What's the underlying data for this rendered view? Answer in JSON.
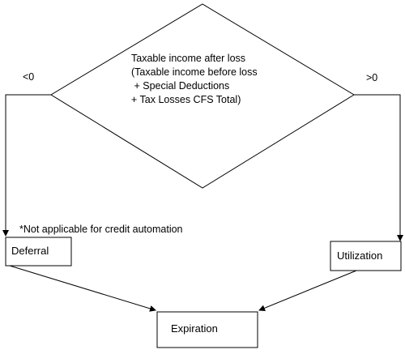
{
  "decision": {
    "lines": [
      "Taxable income after loss",
      "(Taxable income before loss",
      " + Special Deductions",
      "+ Tax Losses CFS Total)"
    ]
  },
  "branches": {
    "left_label": "<0",
    "right_label": ">0"
  },
  "note": "*Not applicable for credit automation",
  "boxes": {
    "deferral": "Deferral",
    "utilization": "Utilization",
    "expiration": "Expiration"
  },
  "colors": {
    "stroke": "#000000",
    "background": "#ffffff"
  }
}
